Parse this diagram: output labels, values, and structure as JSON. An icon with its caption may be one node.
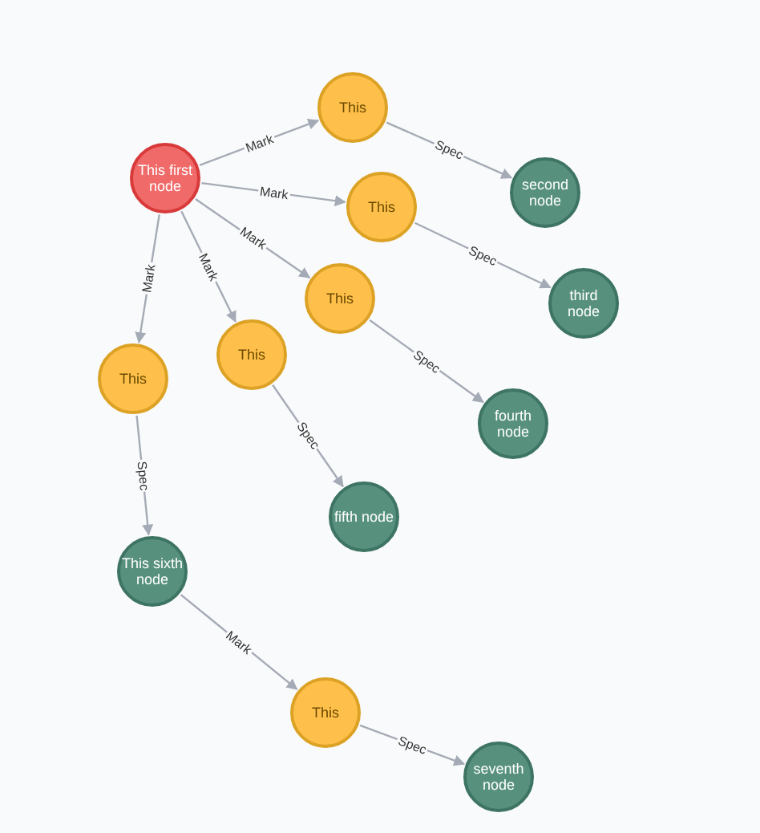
{
  "diagram": {
    "nodes": [
      {
        "text": [
          "This first node"
        ]
      },
      {
        "text": [
          "This"
        ]
      },
      {
        "text": [
          "second node"
        ]
      },
      {
        "text": [
          "This"
        ]
      },
      {
        "text": [
          "third node"
        ]
      },
      {
        "text": [
          "This"
        ]
      },
      {
        "text": [
          "fourth node"
        ]
      },
      {
        "text": [
          "This"
        ]
      },
      {
        "text": [
          "fifth node"
        ]
      },
      {
        "text": [
          "This"
        ]
      },
      {
        "text": [
          "This sixth node"
        ]
      },
      {
        "text": [
          "This"
        ]
      },
      {
        "text": [
          "seventh node"
        ]
      }
    ],
    "edges": [
      {
        "from": 0,
        "to": 1,
        "arrow": "to",
        "label": "Mark"
      },
      {
        "from": 1,
        "to": 2,
        "arrow": "to",
        "label": "Spec"
      },
      {
        "from": 0,
        "to": 3,
        "arrow": "to",
        "label": "Mark"
      },
      {
        "from": 3,
        "to": 4,
        "arrow": "to",
        "label": "Spec"
      },
      {
        "from": 0,
        "to": 5,
        "arrow": "to",
        "label": "Mark"
      },
      {
        "from": 5,
        "to": 6,
        "arrow": "to",
        "label": "Spec"
      },
      {
        "from": 0,
        "to": 7,
        "arrow": "to",
        "label": "Mark"
      },
      {
        "from": 7,
        "to": 8,
        "arrow": "to",
        "label": "Spec"
      },
      {
        "from": 0,
        "to": 9,
        "arrow": "to",
        "label": "Mark"
      },
      {
        "from": 9,
        "to": 10,
        "arrow": "to",
        "label": "Spec"
      },
      {
        "from": 10,
        "to": 11,
        "arrow": "to",
        "label": "Mark"
      },
      {
        "from": 11,
        "to": 12,
        "arrow": "to",
        "label": "Spec"
      }
    ]
  }
}
